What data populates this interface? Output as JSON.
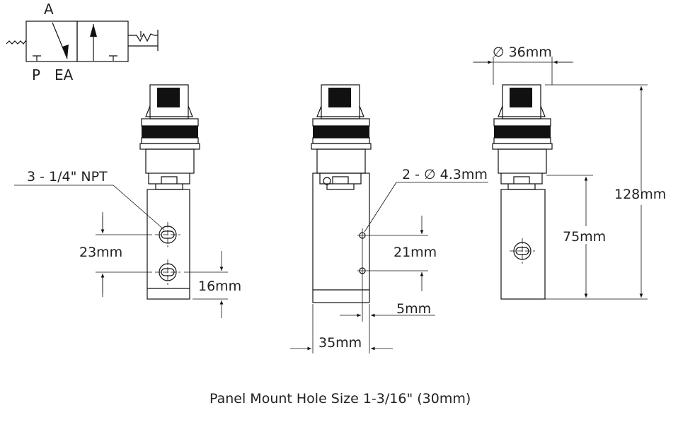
{
  "symbol": {
    "port_a": "A",
    "port_p": "P",
    "port_ea": "EA"
  },
  "dimensions": {
    "npt_ports": "3 - 1/4\" NPT",
    "port_spacing": "23mm",
    "port_offset": "16mm",
    "mount_holes": "2 - ∅ 4.3mm",
    "hole_spacing": "21mm",
    "hole_offset": "5mm",
    "body_width": "35mm",
    "button_diameter": "∅ 36mm",
    "overall_height": "128mm",
    "body_height": "75mm"
  },
  "caption": "Panel Mount Hole Size 1-3/16\" (30mm)"
}
